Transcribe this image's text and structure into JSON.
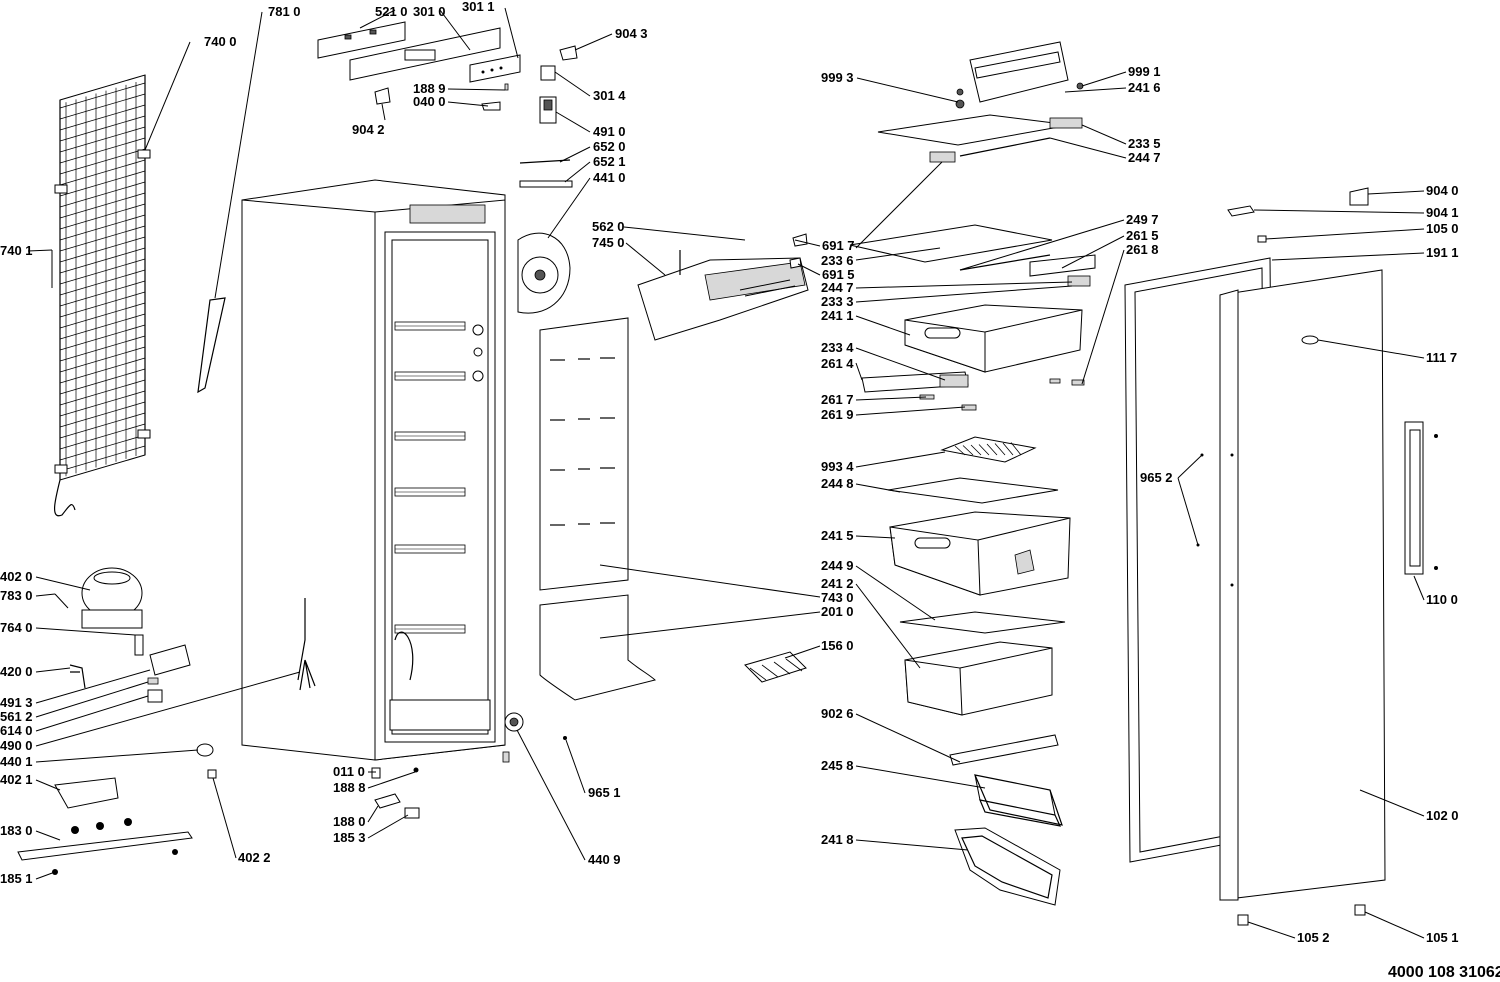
{
  "document_number": "4000 108 31062",
  "callouts": [
    {
      "id": "l-5210",
      "text": "521 0"
    },
    {
      "id": "l-3010",
      "text": "301 0"
    },
    {
      "id": "l-3011",
      "text": "301 1"
    },
    {
      "id": "l-7810",
      "text": "781 0"
    },
    {
      "id": "l-7400",
      "text": "740 0"
    },
    {
      "id": "l-9043",
      "text": "904 3"
    },
    {
      "id": "l-1889",
      "text": "188 9"
    },
    {
      "id": "l-0400",
      "text": "040 0"
    },
    {
      "id": "l-3014",
      "text": "301 4"
    },
    {
      "id": "l-9042",
      "text": "904 2"
    },
    {
      "id": "l-4910",
      "text": "491 0"
    },
    {
      "id": "l-6520",
      "text": "652 0"
    },
    {
      "id": "l-6521",
      "text": "652 1"
    },
    {
      "id": "l-4410",
      "text": "441 0"
    },
    {
      "id": "l-7401",
      "text": "740 1"
    },
    {
      "id": "l-5620",
      "text": "562 0"
    },
    {
      "id": "l-7450",
      "text": "745 0"
    },
    {
      "id": "l-9993",
      "text": "999 3"
    },
    {
      "id": "l-9991",
      "text": "999 1"
    },
    {
      "id": "l-2416",
      "text": "241 6"
    },
    {
      "id": "l-2335",
      "text": "233 5"
    },
    {
      "id": "l-2447a",
      "text": "244 7"
    },
    {
      "id": "l-9040",
      "text": "904 0"
    },
    {
      "id": "l-9041",
      "text": "904 1"
    },
    {
      "id": "l-2497",
      "text": "249 7"
    },
    {
      "id": "l-1050",
      "text": "105 0"
    },
    {
      "id": "l-2615",
      "text": "261 5"
    },
    {
      "id": "l-6917",
      "text": "691 7"
    },
    {
      "id": "l-2618",
      "text": "261 8"
    },
    {
      "id": "l-1911",
      "text": "191 1"
    },
    {
      "id": "l-2336",
      "text": "233 6"
    },
    {
      "id": "l-6915",
      "text": "691 5"
    },
    {
      "id": "l-2447b",
      "text": "244 7"
    },
    {
      "id": "l-2333",
      "text": "233 3"
    },
    {
      "id": "l-2411",
      "text": "241 1"
    },
    {
      "id": "l-1117",
      "text": "111 7"
    },
    {
      "id": "l-2334",
      "text": "233 4"
    },
    {
      "id": "l-2614",
      "text": "261 4"
    },
    {
      "id": "l-2617",
      "text": "261 7"
    },
    {
      "id": "l-2619",
      "text": "261 9"
    },
    {
      "id": "l-9934",
      "text": "993 4"
    },
    {
      "id": "l-9652",
      "text": "965 2"
    },
    {
      "id": "l-2448",
      "text": "244 8"
    },
    {
      "id": "l-2415",
      "text": "241 5"
    },
    {
      "id": "l-2449",
      "text": "244 9"
    },
    {
      "id": "l-2412",
      "text": "241 2"
    },
    {
      "id": "l-7430",
      "text": "743 0"
    },
    {
      "id": "l-2010",
      "text": "201 0"
    },
    {
      "id": "l-4020",
      "text": "402 0"
    },
    {
      "id": "l-7830",
      "text": "783 0"
    },
    {
      "id": "l-1100",
      "text": "110 0"
    },
    {
      "id": "l-7640",
      "text": "764 0"
    },
    {
      "id": "l-1560",
      "text": "156 0"
    },
    {
      "id": "l-4200",
      "text": "420 0"
    },
    {
      "id": "l-4913",
      "text": "491 3"
    },
    {
      "id": "l-5612",
      "text": "561 2"
    },
    {
      "id": "l-6140",
      "text": "614 0"
    },
    {
      "id": "l-9026",
      "text": "902 6"
    },
    {
      "id": "l-4900",
      "text": "490 0"
    },
    {
      "id": "l-4401",
      "text": "440 1"
    },
    {
      "id": "l-2458",
      "text": "245 8"
    },
    {
      "id": "l-0110",
      "text": "011 0"
    },
    {
      "id": "l-4021",
      "text": "402 1"
    },
    {
      "id": "l-1888",
      "text": "188 8"
    },
    {
      "id": "l-9651",
      "text": "965 1"
    },
    {
      "id": "l-1880",
      "text": "188 0"
    },
    {
      "id": "l-1853",
      "text": "185 3"
    },
    {
      "id": "l-1020",
      "text": "102 0"
    },
    {
      "id": "l-1830",
      "text": "183 0"
    },
    {
      "id": "l-2418",
      "text": "241 8"
    },
    {
      "id": "l-4022",
      "text": "402 2"
    },
    {
      "id": "l-4409",
      "text": "440 9"
    },
    {
      "id": "l-1851",
      "text": "185 1"
    },
    {
      "id": "l-1052",
      "text": "105 2"
    },
    {
      "id": "l-1051",
      "text": "105 1"
    }
  ]
}
